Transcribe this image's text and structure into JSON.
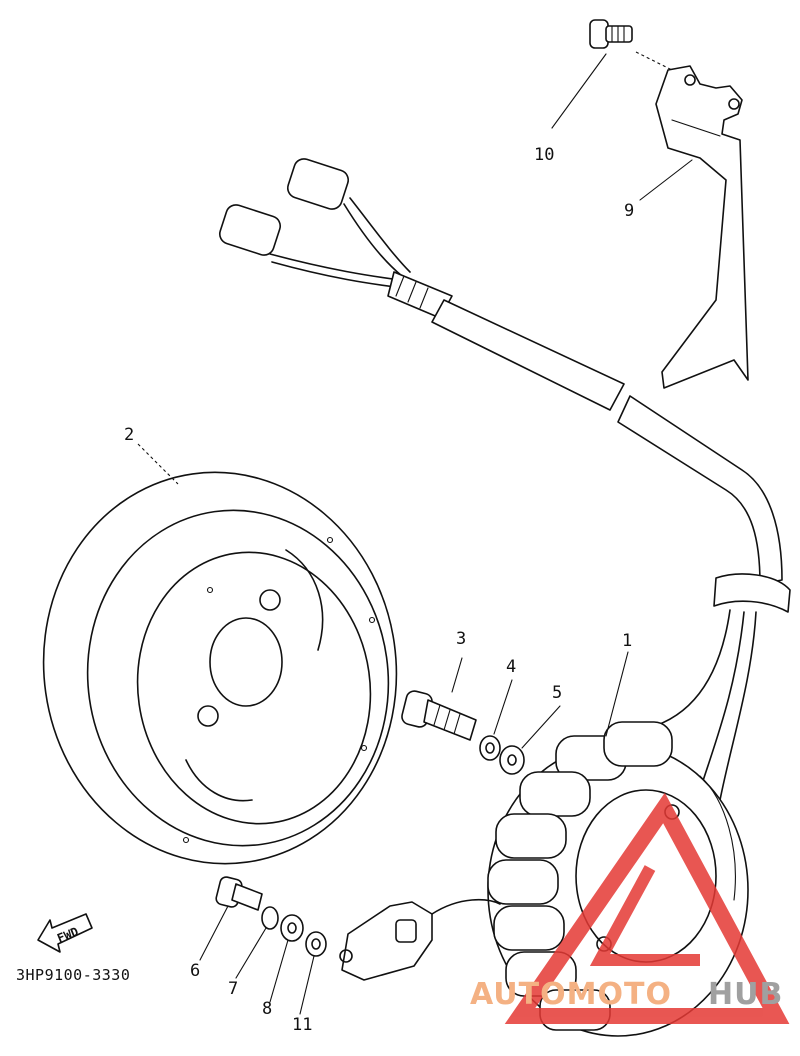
{
  "callouts": [
    "1",
    "2",
    "3",
    "4",
    "5",
    "6",
    "7",
    "8",
    "9",
    "10",
    "11"
  ],
  "part_code": "3HP9100-3330",
  "direction_label": "FWD",
  "watermark": {
    "text_a": "AUTOMOTO",
    "text_b": "HUB",
    "color_a": "#f4b183",
    "color_b": "#a0a0a0",
    "logo_color": "#e53935"
  }
}
